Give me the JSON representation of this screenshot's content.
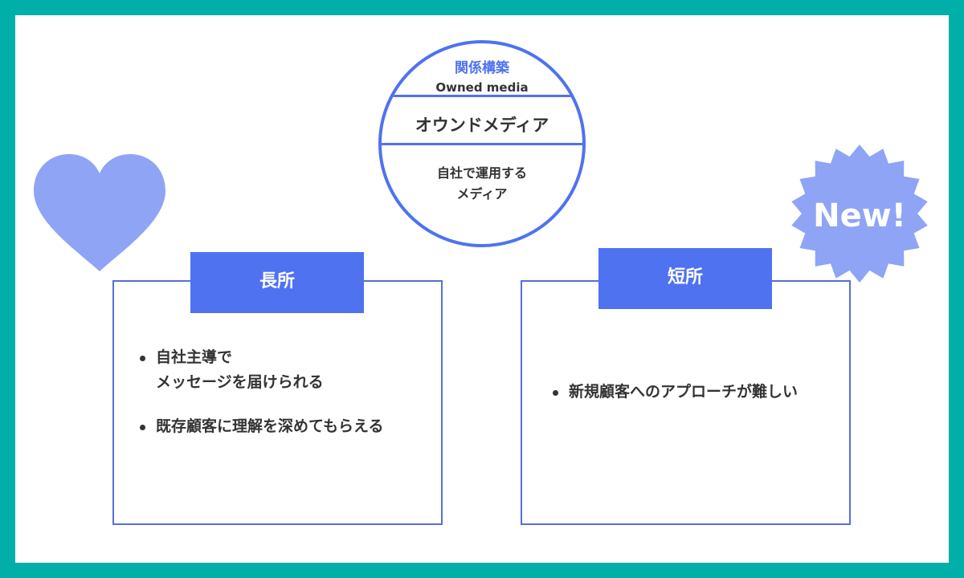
{
  "circle": {
    "kanji_title": "関係構築",
    "english_title": "Owned media",
    "main_title": "オウンドメディア",
    "description_line1": "自社で運用する",
    "description_line2": "メディア"
  },
  "badge": {
    "text": "New!"
  },
  "pros": {
    "title": "長所",
    "items": [
      {
        "line1": "自社主導で",
        "line2": "メッセージを届けられる"
      },
      {
        "line1": "既存顧客に理解を深めてもらえる",
        "line2": ""
      }
    ]
  },
  "cons": {
    "title": "短所",
    "items": [
      {
        "line1": "新規顧客へのアプローチが難しい"
      }
    ]
  },
  "colors": {
    "frame": "#00b0a8",
    "accent": "#4f72f0",
    "light_accent": "#8fa4f5",
    "text": "#333333"
  }
}
